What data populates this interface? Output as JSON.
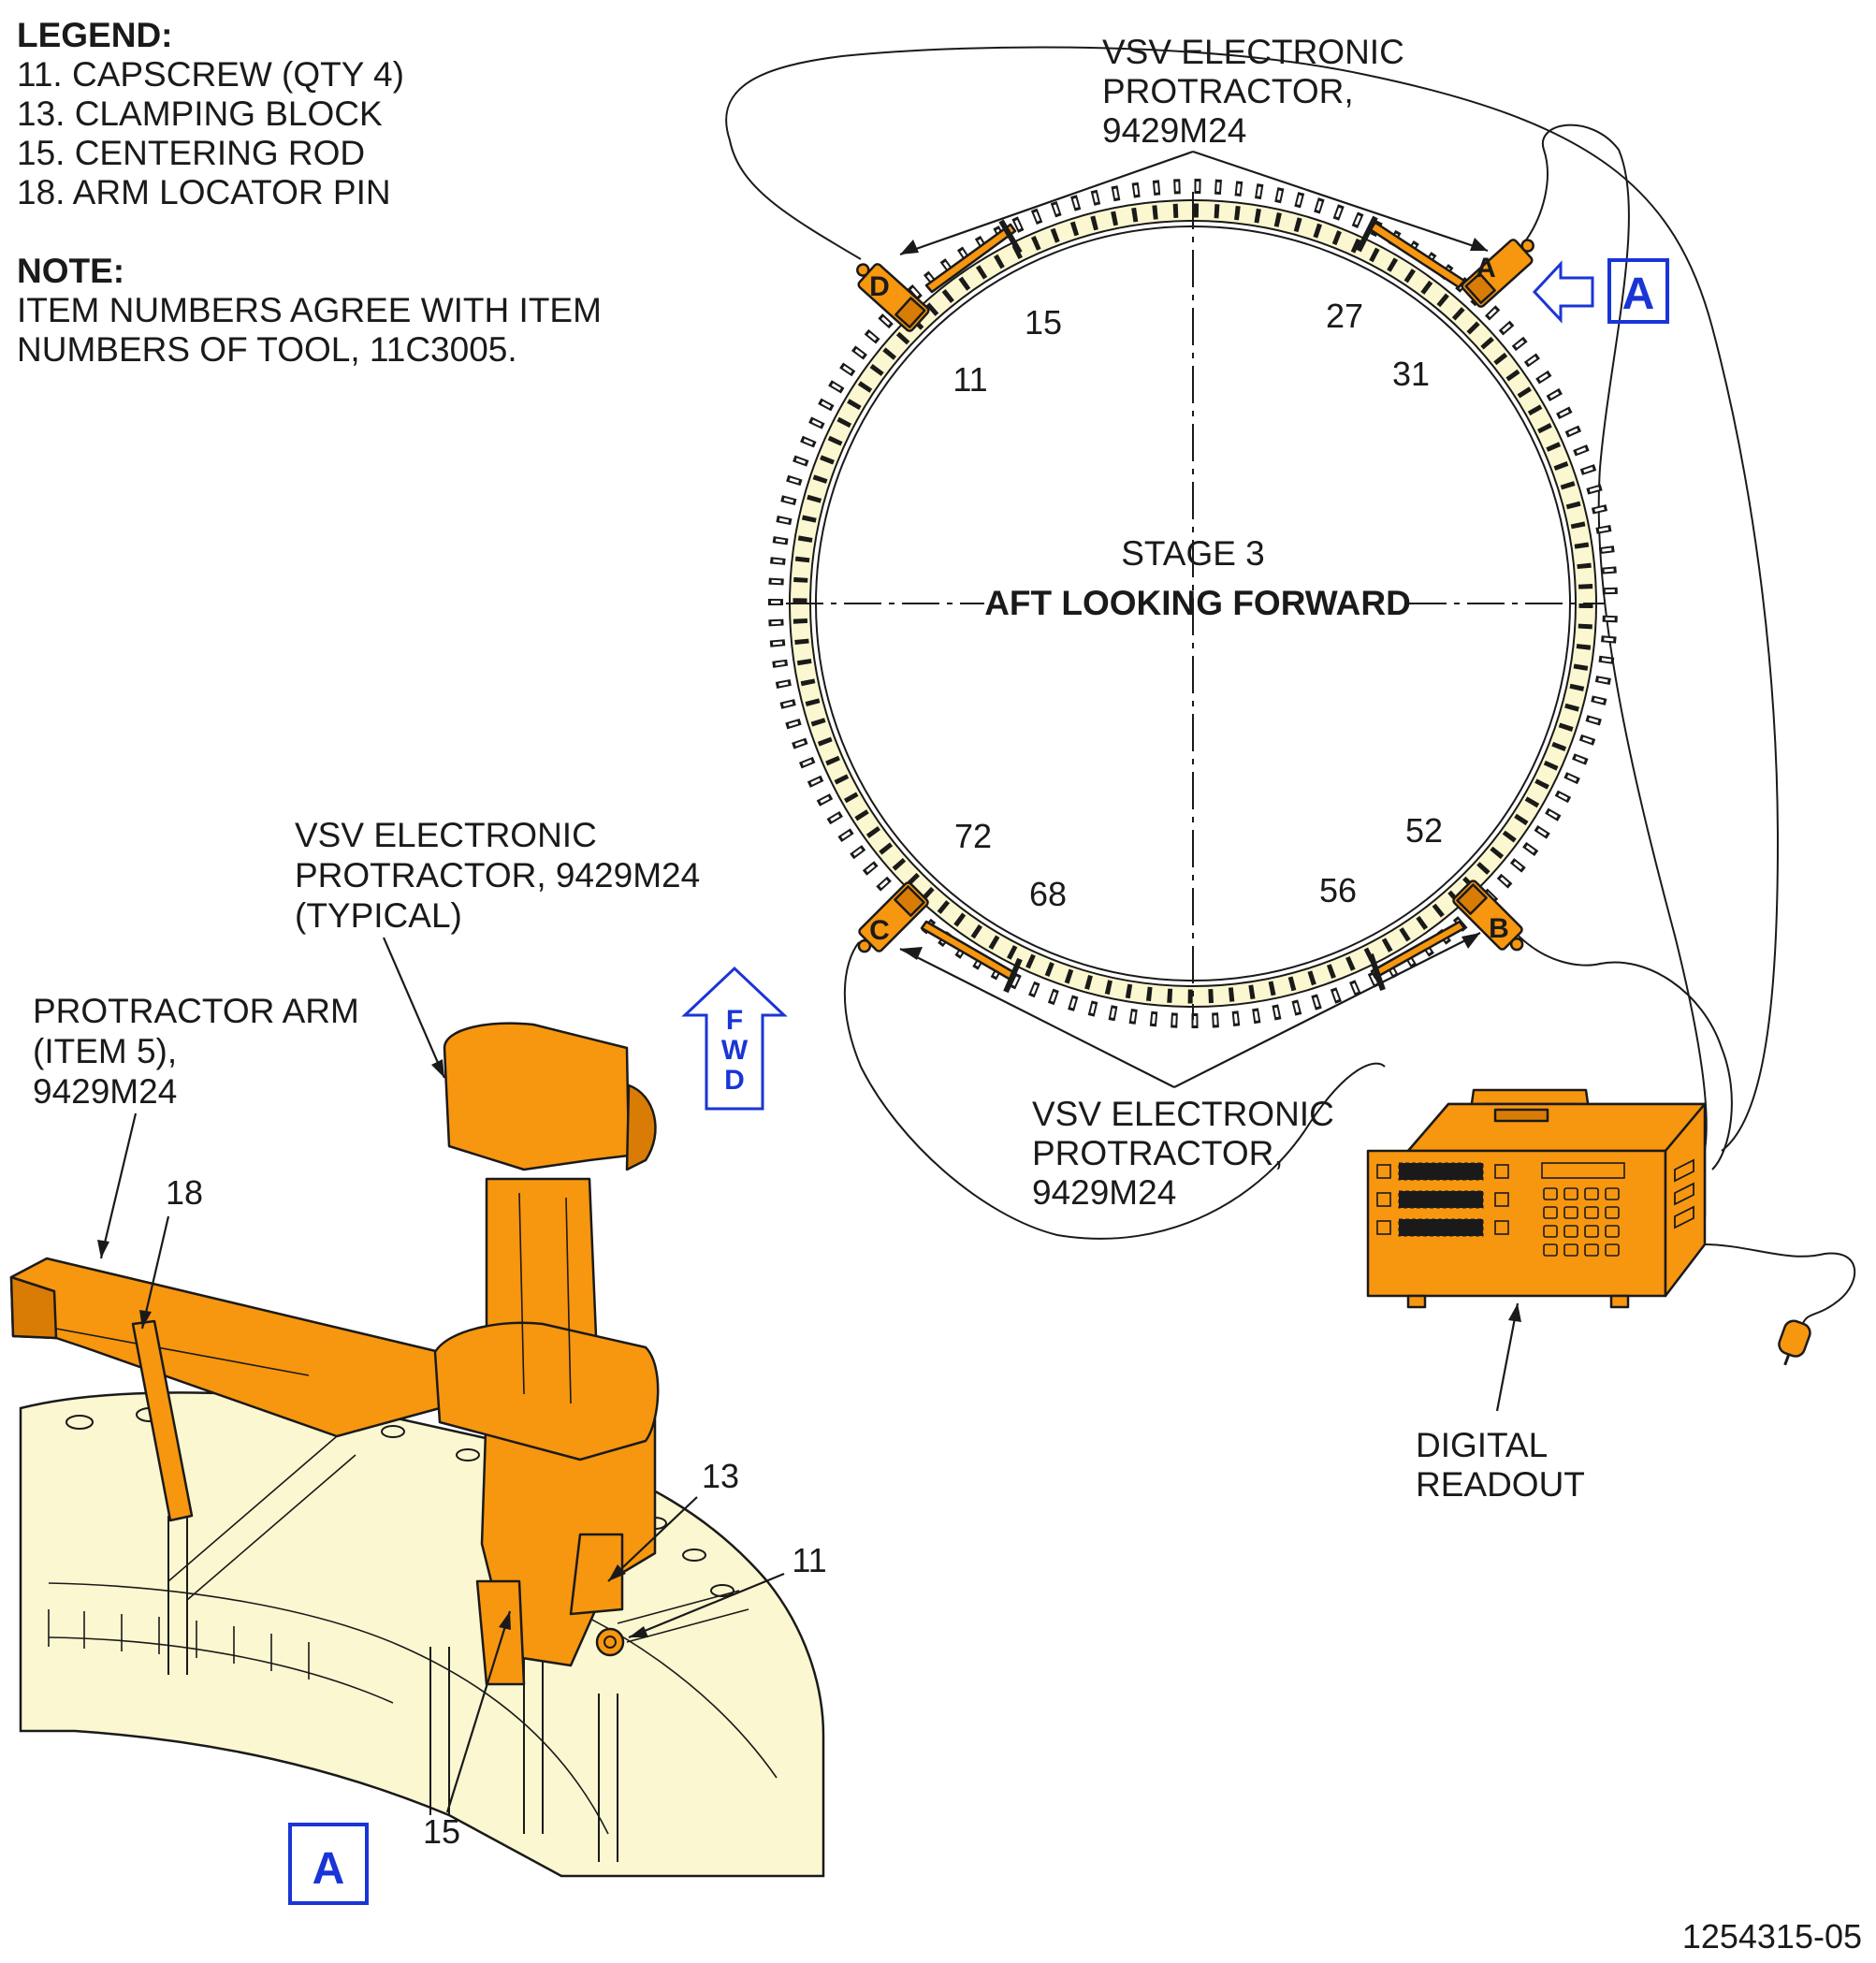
{
  "legend": {
    "title": "LEGEND:",
    "items": [
      "11. CAPSCREW (QTY 4)",
      "13. CLAMPING BLOCK",
      "15. CENTERING ROD",
      "18. ARM LOCATOR PIN"
    ]
  },
  "note": {
    "title": "NOTE:",
    "lines": [
      "ITEM NUMBERS AGREE WITH ITEM",
      "NUMBERS OF TOOL, 11C3005."
    ]
  },
  "ring_view": {
    "top_callout": [
      "VSV ELECTRONIC",
      "PROTRACTOR,",
      "9429M24"
    ],
    "bottom_callout": [
      "VSV ELECTRONIC",
      "PROTRACTOR,",
      "9429M24"
    ],
    "stage": "STAGE 3",
    "orientation": "AFT LOOKING FORWARD",
    "protractor_letters": [
      "A",
      "B",
      "C",
      "D"
    ],
    "vane_numbers": [
      "15",
      "27",
      "11",
      "31",
      "72",
      "52",
      "68",
      "56"
    ],
    "view_marker": "A"
  },
  "detail_view": {
    "protractor_callout": [
      "VSV ELECTRONIC",
      "PROTRACTOR, 9429M24",
      "(TYPICAL)"
    ],
    "arm_callout": [
      "PROTRACTOR ARM",
      "(ITEM 5),",
      "9429M24"
    ],
    "fwd_letters": [
      "F",
      "W",
      "D"
    ],
    "item_numbers": [
      "18",
      "13",
      "11",
      "15"
    ],
    "view_marker": "A"
  },
  "readout": {
    "label_lines": [
      "DIGITAL",
      "READOUT"
    ]
  },
  "figure_id": "1254315-05",
  "colors": {
    "tool": "#f7960f",
    "ring": "#fbf7d0",
    "marker": "#1a35d6"
  }
}
